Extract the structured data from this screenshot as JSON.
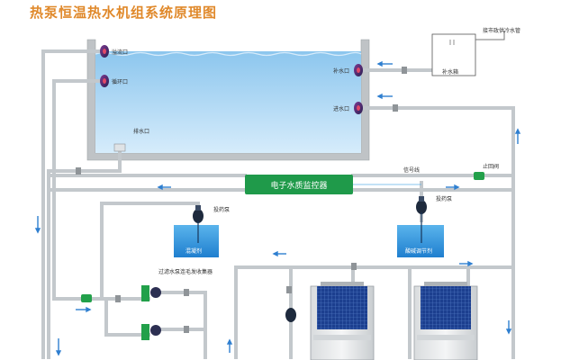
{
  "title": "热泵恒温热水机组系统原理图",
  "labels": {
    "overflow_port": "溢流口",
    "circulation_port": "循环口",
    "drain_port": "排水口",
    "makeup_port": "补水口",
    "inlet_port": "进水口",
    "municipal_cold_water": "接市政供冷水管",
    "makeup_tank": "补水箱",
    "controller": "电子水质监控器",
    "signal_line": "信号线",
    "check_valve": "止回阀",
    "dosing_pump_left": "投药泵",
    "dosing_pump_right": "投药泵",
    "coagulant": "混凝剂",
    "ph_regulator": "酸碱调节剂",
    "filter_pump_collector": "过滤水泵连毛发收集器"
  },
  "colors": {
    "pipe": "#c3c8cc",
    "pool_water": "#b5d9f3",
    "pool_wall": "#bfc3c6",
    "controller_green": "#1f9a4a",
    "arrow_blue": "#2f7fd0",
    "title_orange": "#e0892b",
    "tank_blue": "#2e8fd6"
  }
}
